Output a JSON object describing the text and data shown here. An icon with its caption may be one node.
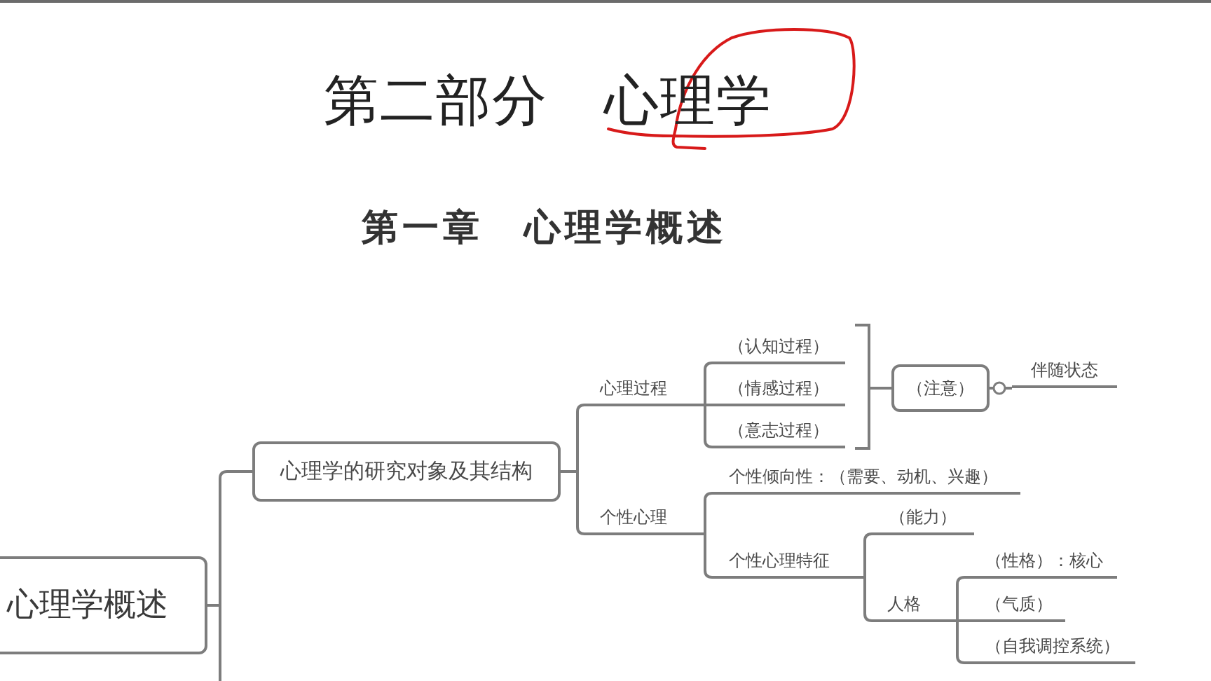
{
  "diagram": {
    "title": "第二部分　心理学",
    "nodes": [
      {
        "text": [
          "心理学概述"
        ]
      },
      {
        "text": [
          "心理学的研究对象及其结构"
        ]
      },
      {
        "text": [
          "心理过程"
        ]
      },
      {
        "text": [
          "（认知过程）"
        ]
      },
      {
        "text": [
          "（情感过程）"
        ]
      },
      {
        "text": [
          "（意志过程）"
        ]
      },
      {
        "text": [
          "（注意）"
        ]
      },
      {
        "text": [
          "伴随状态"
        ]
      },
      {
        "text": [
          "个性心理"
        ]
      },
      {
        "text": [
          "个性倾向性：（需要、动机、兴趣）"
        ]
      },
      {
        "text": [
          "个性心理特征"
        ]
      },
      {
        "text": [
          "（能力）"
        ]
      },
      {
        "text": [
          "人格"
        ]
      },
      {
        "text": [
          "（性格）：核心"
        ]
      },
      {
        "text": [
          "（气质）"
        ]
      },
      {
        "text": [
          "（自我调控系统）"
        ]
      }
    ],
    "edges": [
      {
        "from": 0,
        "to": 1,
        "arrow": "none"
      },
      {
        "from": 0,
        "to": null,
        "arrow": "none"
      },
      {
        "from": 1,
        "to": 2,
        "arrow": "none"
      },
      {
        "from": 1,
        "to": 8,
        "arrow": "none"
      },
      {
        "from": 2,
        "to": 3,
        "arrow": "none"
      },
      {
        "from": 2,
        "to": 4,
        "arrow": "none"
      },
      {
        "from": 2,
        "to": 5,
        "arrow": "none"
      },
      {
        "from": 6,
        "to": 7,
        "arrow": "other"
      },
      {
        "from": 8,
        "to": 9,
        "arrow": "none"
      },
      {
        "from": 8,
        "to": 10,
        "arrow": "none"
      },
      {
        "from": 10,
        "to": 11,
        "arrow": "none"
      },
      {
        "from": 10,
        "to": 12,
        "arrow": "none"
      },
      {
        "from": 12,
        "to": 13,
        "arrow": "none"
      },
      {
        "from": 12,
        "to": 14,
        "arrow": "none"
      },
      {
        "from": 12,
        "to": 15,
        "arrow": "none"
      }
    ],
    "labels": [
      "第一章　心理学概述"
    ]
  }
}
